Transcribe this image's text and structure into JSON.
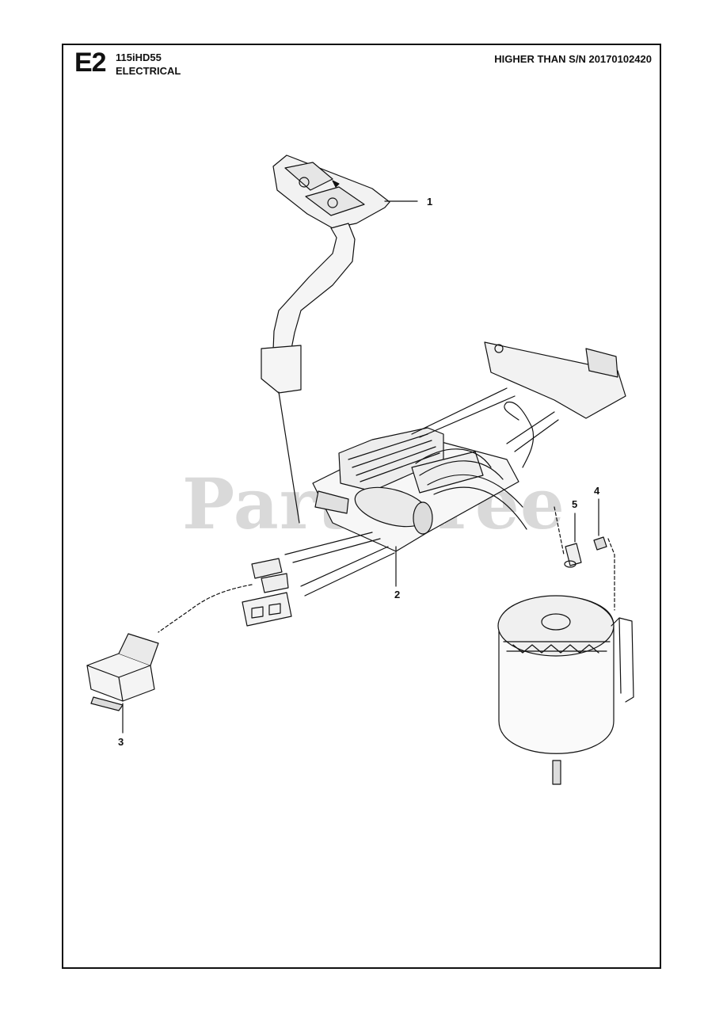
{
  "header": {
    "section_code": "E2",
    "model": "115iHD55",
    "section_title": "ELECTRICAL",
    "serial_note": "HIGHER THAN S/N 20170102420"
  },
  "watermark": "PartsTree",
  "callouts": [
    {
      "id": "1",
      "label": "1"
    },
    {
      "id": "2",
      "label": "2"
    },
    {
      "id": "3",
      "label": "3"
    },
    {
      "id": "4",
      "label": "4"
    },
    {
      "id": "5",
      "label": "5"
    }
  ]
}
